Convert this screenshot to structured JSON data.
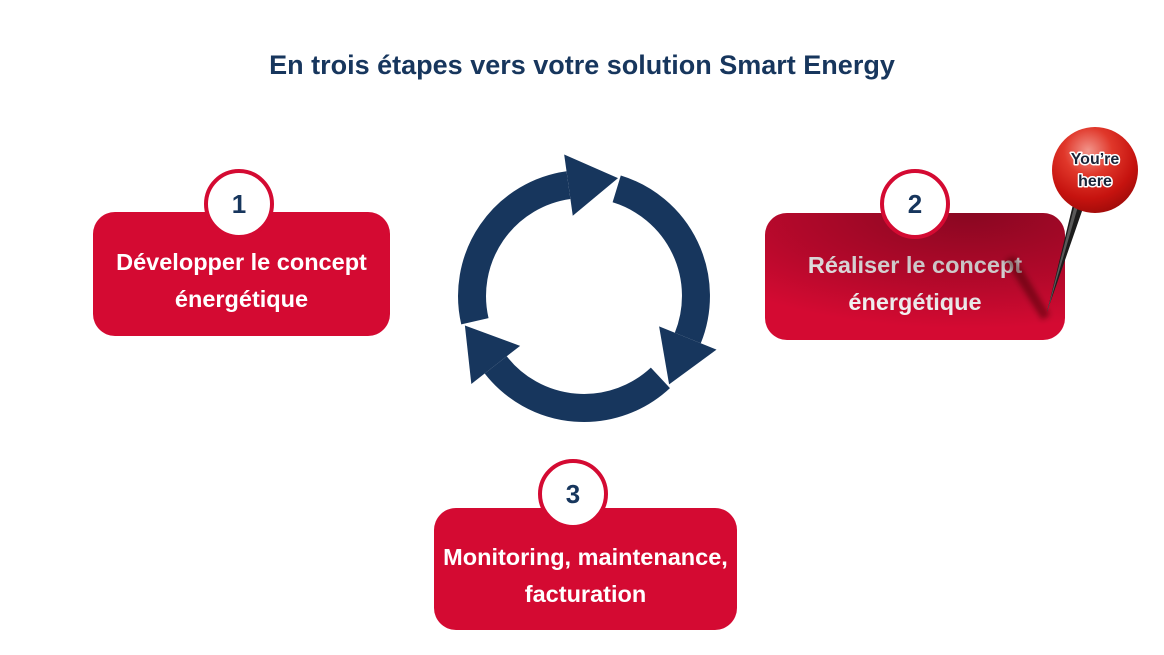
{
  "title": "En trois étapes vers votre solution Smart Energy",
  "steps": [
    {
      "number": "1",
      "line1": "Développer le concept",
      "line2": "énergétique"
    },
    {
      "number": "2",
      "line1": "Réaliser le concept",
      "line2": "énergétique"
    },
    {
      "number": "3",
      "line1": "Monitoring, maintenance,",
      "line2": "facturation"
    }
  ],
  "pin": {
    "line1": "You’re",
    "line2": "here"
  },
  "icons": {
    "cycle": "cycle-arrows-icon",
    "pin": "pushpin-icon"
  },
  "colors": {
    "accent_red": "#D40A32",
    "navy": "#17365D",
    "pin_red": "#C6130F",
    "white": "#FFFFFF"
  }
}
